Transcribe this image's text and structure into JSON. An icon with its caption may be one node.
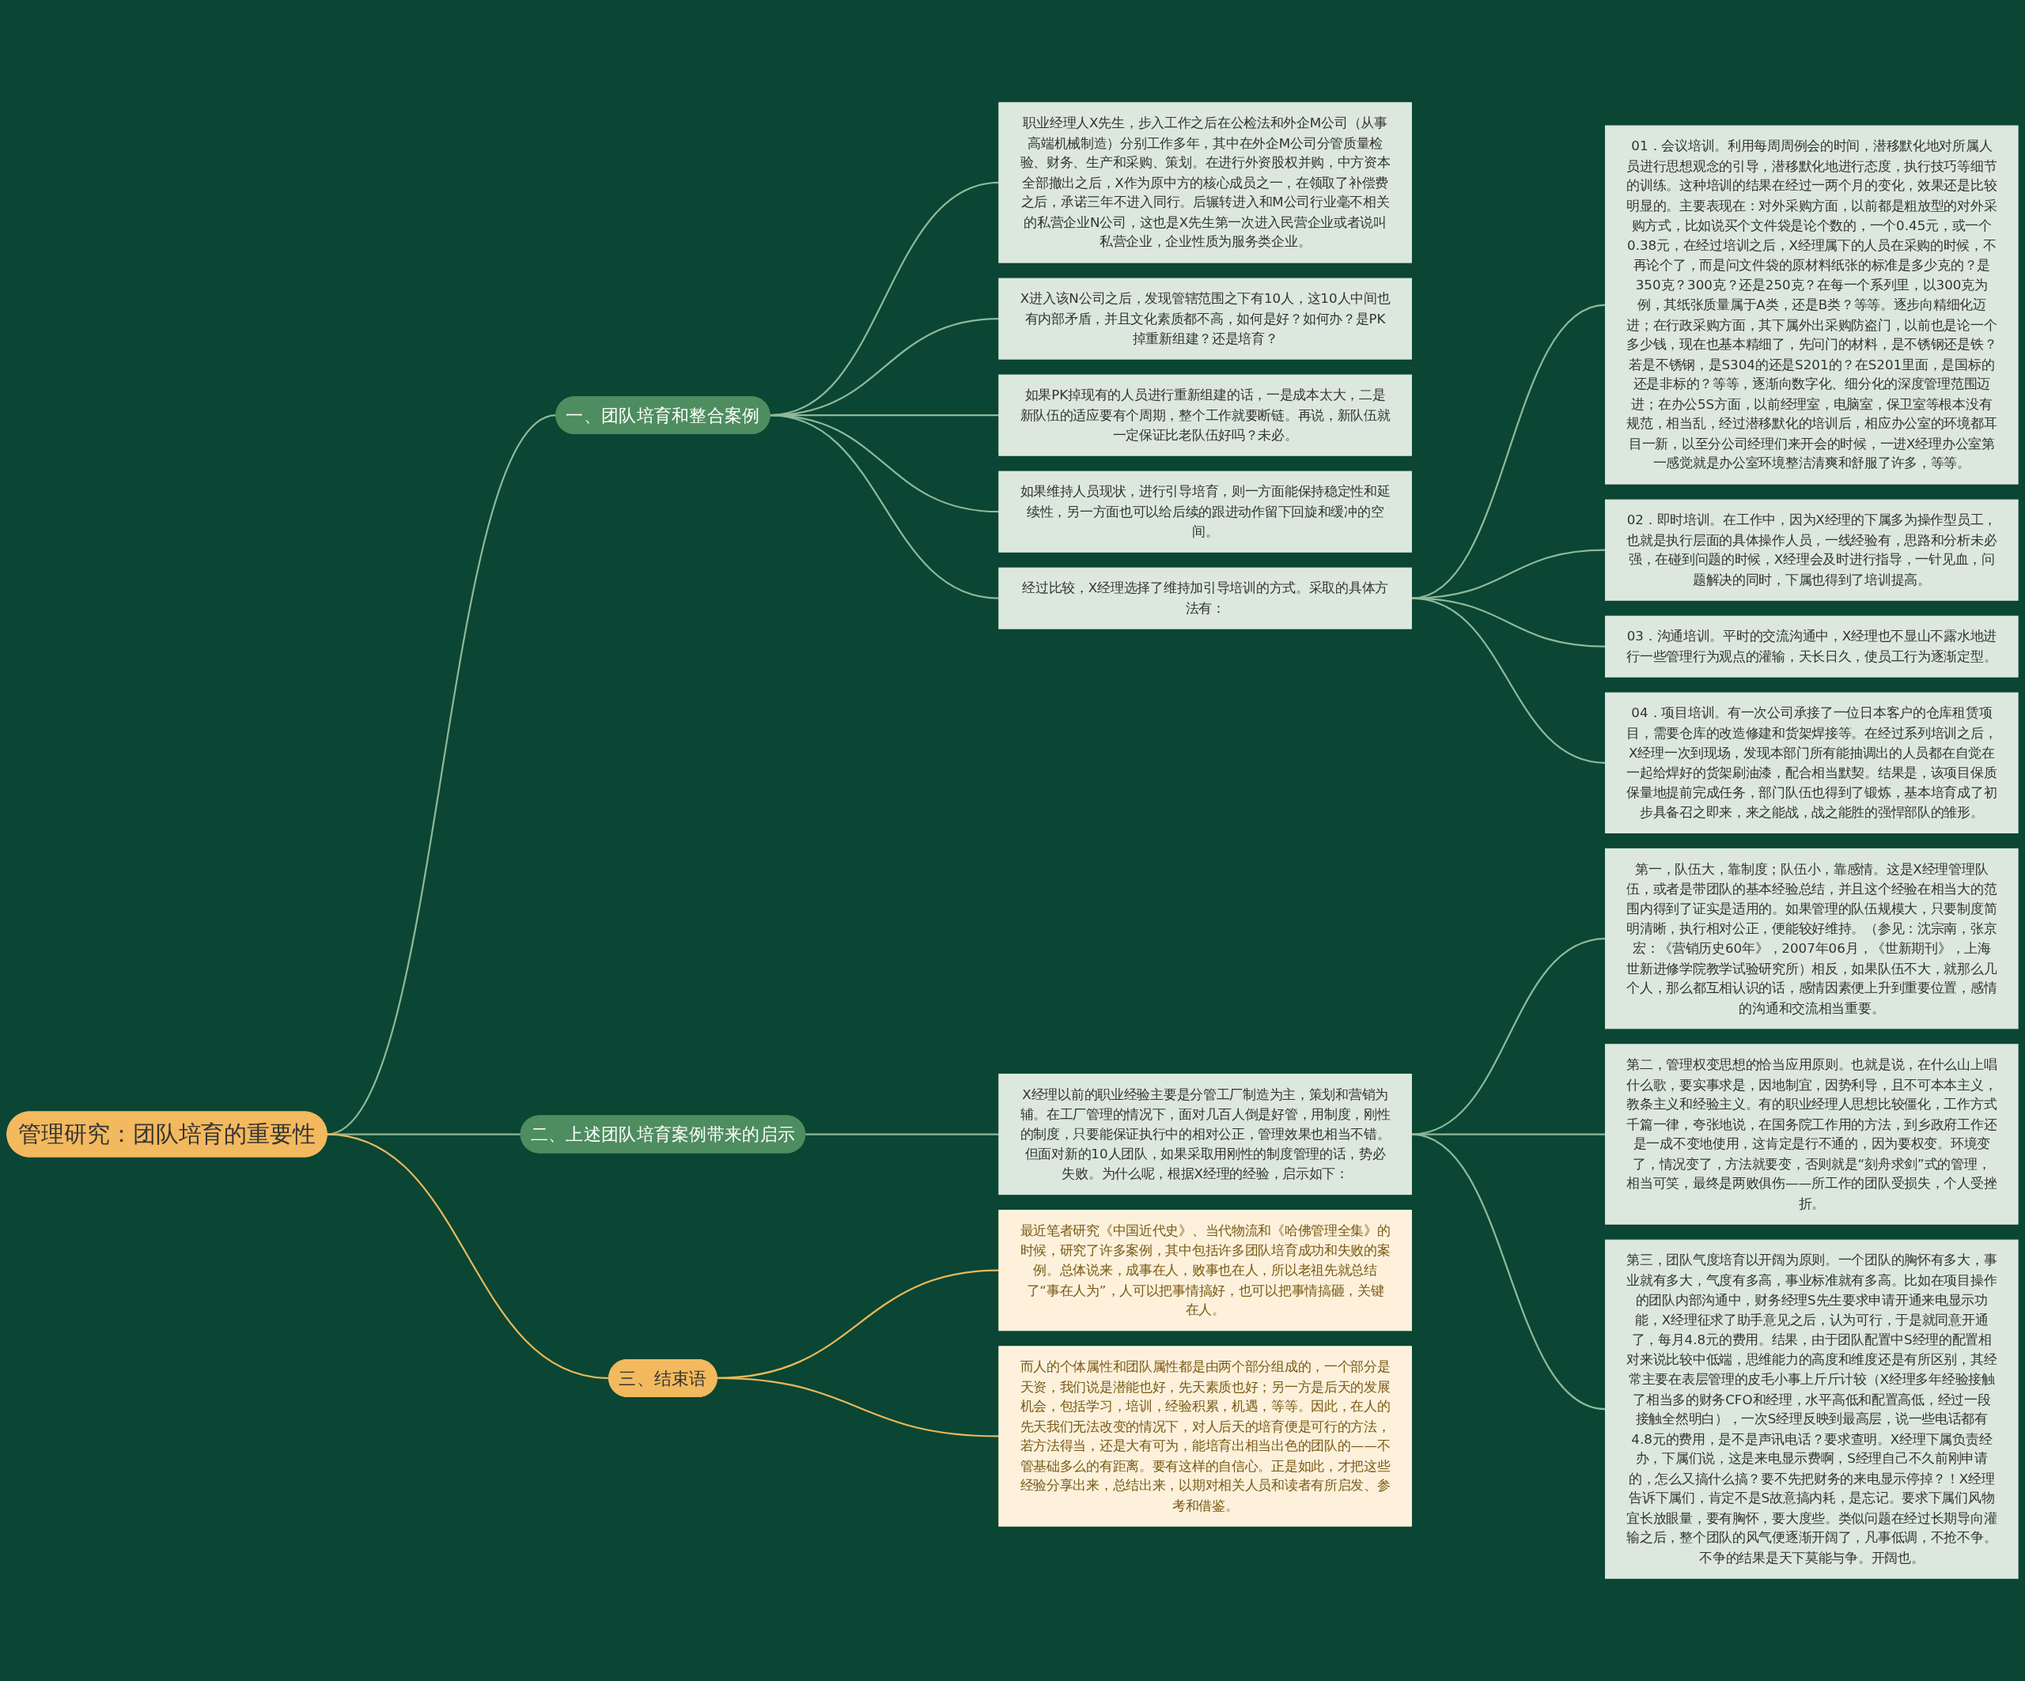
{
  "diagram": {
    "nodes": [
      {
        "text": [
          "管理研究：团队培育的重要性"
        ]
      },
      {
        "text": [
          "一、团队培育和整合案例"
        ]
      },
      {
        "text": [
          "职业经理人X先生，步入工作之后在公检法和外企M公司（从事高端机械制造）分别工作多年，其中在外企M公司分管质量检验、财务、生产和采购、策划。在进行外资股权并购，中方资本全部撤出之后，X作为原中方的核心成员之一，在领取了补偿费之后，承诺三年不进入同行。后辗转进入和M公司行业毫不相关的私营企业N公司，这也是X先生第一次进入民营企业或者说叫私营企业，企业性质为服务类企业。"
        ]
      },
      {
        "text": [
          "X进入该N公司之后，发现管辖范围之下有10人，这10人中间也有内部矛盾，并且文化素质都不高，如何是好？如何办？是PK掉重新组建？还是培育？"
        ]
      },
      {
        "text": [
          "如果PK掉现有的人员进行重新组建的话，一是成本太大，二是新队伍的适应要有个周期，整个工作就要断链。再说，新队伍就一定保证比老队伍好吗？未必。"
        ]
      },
      {
        "text": [
          "如果维持人员现状，进行引导培育，则一方面能保持稳定性和延续性，另一方面也可以给后续的跟进动作留下回旋和缓冲的空间。"
        ]
      },
      {
        "text": [
          "经过比较，X经理选择了维持加引导培训的方式。采取的具体方法有："
        ]
      },
      {
        "text": [
          "01．会议培训。利用每周周例会的时间，潜移默化地对所属人员进行思想观念的引导，潜移默化地进行态度，执行技巧等细节的训练。这种培训的结果在经过一两个月的变化，效果还是比较明显的。主要表现在：对外采购方面，以前都是粗放型的对外采购方式，比如说买个文件袋是论个数的，一个0.45元，或一个0.38元，在经过培训之后，X经理属下的人员在采购的时候，不再论个了，而是问文件袋的原材料纸张的标准是多少克的？是350克？300克？还是250克？在每一个系列里，以300克为例，其纸张质量属于A类，还是B类？等等。逐步向精细化迈进；在行政采购方面，其下属外出采购防盗门，以前也是论一个多少钱，现在也基本精细了，先问门的材料，是不锈钢还是铁？若是不锈钢，是S304的还是S201的？在S201里面，是国标的还是非标的？等等，逐渐向数字化、细分化的深度管理范围迈进；在办公5S方面，以前经理室，电脑室，保卫室等根本没有规范，相当乱，经过潜移默化的培训后，相应办公室的环境都耳目一新，以至分公司经理们来开会的时候，一进X经理办公室第一感觉就是办公室环境整洁清爽和舒服了许多，等等。"
        ]
      },
      {
        "text": [
          "02．即时培训。在工作中，因为X经理的下属多为操作型员工，也就是执行层面的具体操作人员，一线经验有，思路和分析未必强，在碰到问题的时候，X经理会及时进行指导，一针见血，问题解决的同时，下属也得到了培训提高。"
        ]
      },
      {
        "text": [
          "03．沟通培训。平时的交流沟通中，X经理也不显山不露水地进行一些管理行为观点的灌输，天长日久，使员工行为逐渐定型。"
        ]
      },
      {
        "text": [
          "04．项目培训。有一次公司承接了一位日本客户的仓库租赁项目，需要仓库的改造修建和货架焊接等。在经过系列培训之后，X经理一次到现场，发现本部门所有能抽调出的人员都在自觉在一起给焊好的货架刷油漆，配合相当默契。结果是，该项目保质保量地提前完成任务，部门队伍也得到了锻炼，基本培育成了初步具备召之即来，来之能战，战之能胜的强悍部队的雏形。"
        ]
      },
      {
        "text": [
          "二、上述团队培育案例带来的启示"
        ]
      },
      {
        "text": [
          "X经理以前的职业经验主要是分管工厂制造为主，策划和营销为辅。在工厂管理的情况下，面对几百人倒是好管，用制度，刚性的制度，只要能保证执行中的相对公正，管理效果也相当不错。但面对新的10人团队，如果采取用刚性的制度管理的话，势必失败。为什么呢，根据X经理的经验，启示如下："
        ]
      },
      {
        "text": [
          "第一，队伍大，靠制度；队伍小，靠感情。这是X经理管理队伍，或者是带团队的基本经验总结，并且这个经验在相当大的范围内得到了证实是适用的。如果管理的队伍规模大，只要制度简明清晰，执行相对公正，便能较好维持。（参见：沈宗南，张京宏：《营销历史60年》，2007年06月，《世新期刊》，上海世新进修学院教学试验研究所）相反，如果队伍不大，就那么几个人，那么都互相认识的话，感情因素便上升到重要位置，感情的沟通和交流相当重要。"
        ]
      },
      {
        "text": [
          "第二，管理权变思想的恰当应用原则。也就是说，在什么山上唱什么歌，要实事求是，因地制宜，因势利导，且不可本本主义，教条主义和经验主义。有的职业经理人思想比较僵化，工作方式千篇一律，夸张地说，在国务院工作用的方法，到乡政府工作还是一成不变地使用，这肯定是行不通的，因为要权变。环境变了，情况变了，方法就要变，否则就是“刻舟求剑”式的管理，相当可笑，最终是两败俱伤——所工作的团队受损失，个人受挫折。"
        ]
      },
      {
        "text": [
          "第三，团队气度培育以开阔为原则。一个团队的胸怀有多大，事业就有多大，气度有多高，事业标准就有多高。比如在项目操作的团队内部沟通中，财务经理S先生要求申请开通来电显示功能，X经理征求了助手意见之后，认为可行，于是就同意开通了，每月4.8元的费用。结果，由于团队配置中S经理的配置相对来说比较中低端，思维能力的高度和维度还是有所区别，其经常主要在表层管理的皮毛小事上斤斤计较（X经理多年经验接触了相当多的财务CFO和经理，水平高低和配置高低，经过一段接触全然明白），一次S经理反映到最高层，说一些电话都有4.8元的费用，是不是声讯电话？要求查明。X经理下属负责经办，下属们说，这是来电显示费啊，S经理自己不久前刚申请的，怎么又搞什么搞？要不先把财务的来电显示停掉？！X经理告诉下属们，肯定不是S故意搞内耗，是忘记。要求下属们风物宜长放眼量，要有胸怀，要大度些。类似问题在经过长期导向灌输之后，整个团队的风气便逐渐开阔了，凡事低调，不抢不争。不争的结果是天下莫能与争。开阔也。"
        ]
      },
      {
        "text": [
          "三、结束语"
        ]
      },
      {
        "text": [
          "最近笔者研究《中国近代史》、当代物流和《哈佛管理全集》的时候，研究了许多案例，其中包括许多团队培育成功和失败的案例。总体说来，成事在人，败事也在人，所以老祖先就总结了“事在人为”，人可以把事情搞好，也可以把事情搞砸，关键在人。"
        ]
      },
      {
        "text": [
          "而人的个体属性和团队属性都是由两个部分组成的，一个部分是天资，我们说是潜能也好，先天素质也好；另一方是后天的发展机会，包括学习，培训，经验积累，机遇，等等。因此，在人的先天我们无法改变的情况下，对人后天的培育便是可行的方法，若方法得当，还是大有可为，能培育出相当出色的团队的——不管基础多么的有距离。要有这样的自信心。正是如此，才把这些经验分享出来，总结出来，以期对相关人员和读者有所启发、参考和借鉴。"
        ]
      }
    ],
    "edges": [
      {
        "from": 0,
        "to": 1,
        "arrow": "none"
      },
      {
        "from": 1,
        "to": 2,
        "arrow": "none"
      },
      {
        "from": 1,
        "to": 3,
        "arrow": "none"
      },
      {
        "from": 1,
        "to": 4,
        "arrow": "none"
      },
      {
        "from": 1,
        "to": 5,
        "arrow": "none"
      },
      {
        "from": 1,
        "to": 6,
        "arrow": "none"
      },
      {
        "from": 6,
        "to": 7,
        "arrow": "none"
      },
      {
        "from": 6,
        "to": 8,
        "arrow": "none"
      },
      {
        "from": 6,
        "to": 9,
        "arrow": "none"
      },
      {
        "from": 6,
        "to": 10,
        "arrow": "none"
      },
      {
        "from": 0,
        "to": 11,
        "arrow": "none"
      },
      {
        "from": 11,
        "to": 12,
        "arrow": "none"
      },
      {
        "from": 12,
        "to": 13,
        "arrow": "none"
      },
      {
        "from": 12,
        "to": 14,
        "arrow": "none"
      },
      {
        "from": 12,
        "to": 15,
        "arrow": "none"
      },
      {
        "from": 0,
        "to": 16,
        "arrow": "none",
        "color": "#e8b85c"
      },
      {
        "from": 16,
        "to": 17,
        "arrow": "none",
        "color": "#e8b85c"
      },
      {
        "from": 16,
        "to": 18,
        "arrow": "none",
        "color": "#e8b85c"
      }
    ]
  }
}
